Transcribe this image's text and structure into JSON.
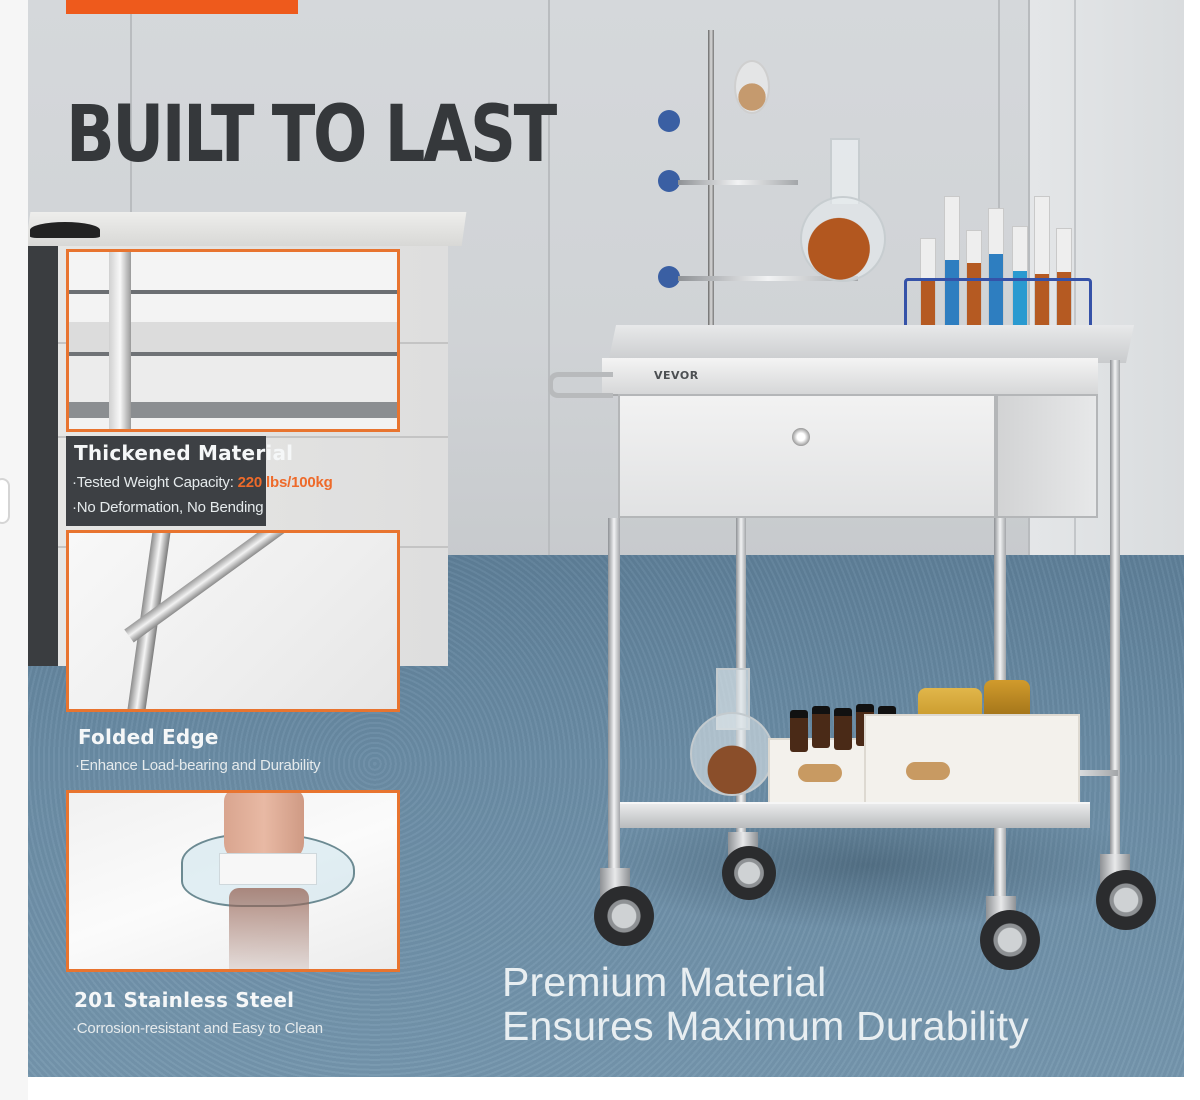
{
  "page": {
    "type": "product-image",
    "brand_label": "VEVOR"
  },
  "headline": "BUILT TO LAST",
  "features": [
    {
      "title": "Thickened Material",
      "lines": [
        {
          "prefix": "·Tested Weight Capacity: ",
          "highlight": "220 lbs/100kg"
        },
        {
          "prefix": "·No Deformation, No Bending",
          "highlight": ""
        }
      ]
    },
    {
      "title": "Folded Edge",
      "lines": [
        {
          "prefix": "·Enhance Load-bearing and Durability",
          "highlight": ""
        }
      ]
    },
    {
      "title": "201 Stainless Steel",
      "lines": [
        {
          "prefix": "·Corrosion-resistant and Easy to Clean",
          "highlight": ""
        }
      ]
    }
  ],
  "tagline": {
    "line1": "Premium Material",
    "line2": "Ensures Maximum Durability"
  },
  "colors": {
    "accent_orange": "#ee5a1c",
    "frame_orange": "#e8742f",
    "headline_text": "#35383b",
    "floor_blue": "#6a8ca5",
    "callout_text": "#f5f7f8",
    "clamp_blue": "#3a5fa3"
  },
  "icons": {
    "carousel_nav": "chevron-left-icon"
  }
}
